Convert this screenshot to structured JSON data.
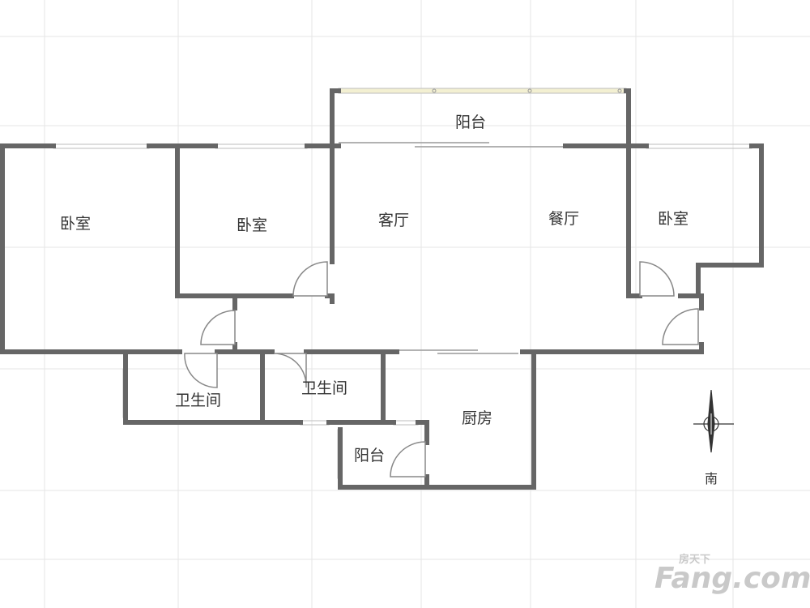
{
  "rooms": {
    "balcony_top": "阳台",
    "bedroom_left": "卧室",
    "bedroom_middle": "卧室",
    "living_room": "客厅",
    "dining_room": "餐厅",
    "bedroom_right": "卧室",
    "bathroom_left": "卫生间",
    "bathroom_right": "卫生间",
    "kitchen": "厨房",
    "balcony_bottom": "阳台"
  },
  "compass": {
    "direction_label": "南"
  },
  "watermark": {
    "brand": "Fang.com",
    "brand_cn": "房天下"
  },
  "colors": {
    "wall": "#666666",
    "grid": "#e6e6e6",
    "window": "#bdbdbd",
    "balcony_rail": "#f3f0d2",
    "text": "#333333"
  }
}
